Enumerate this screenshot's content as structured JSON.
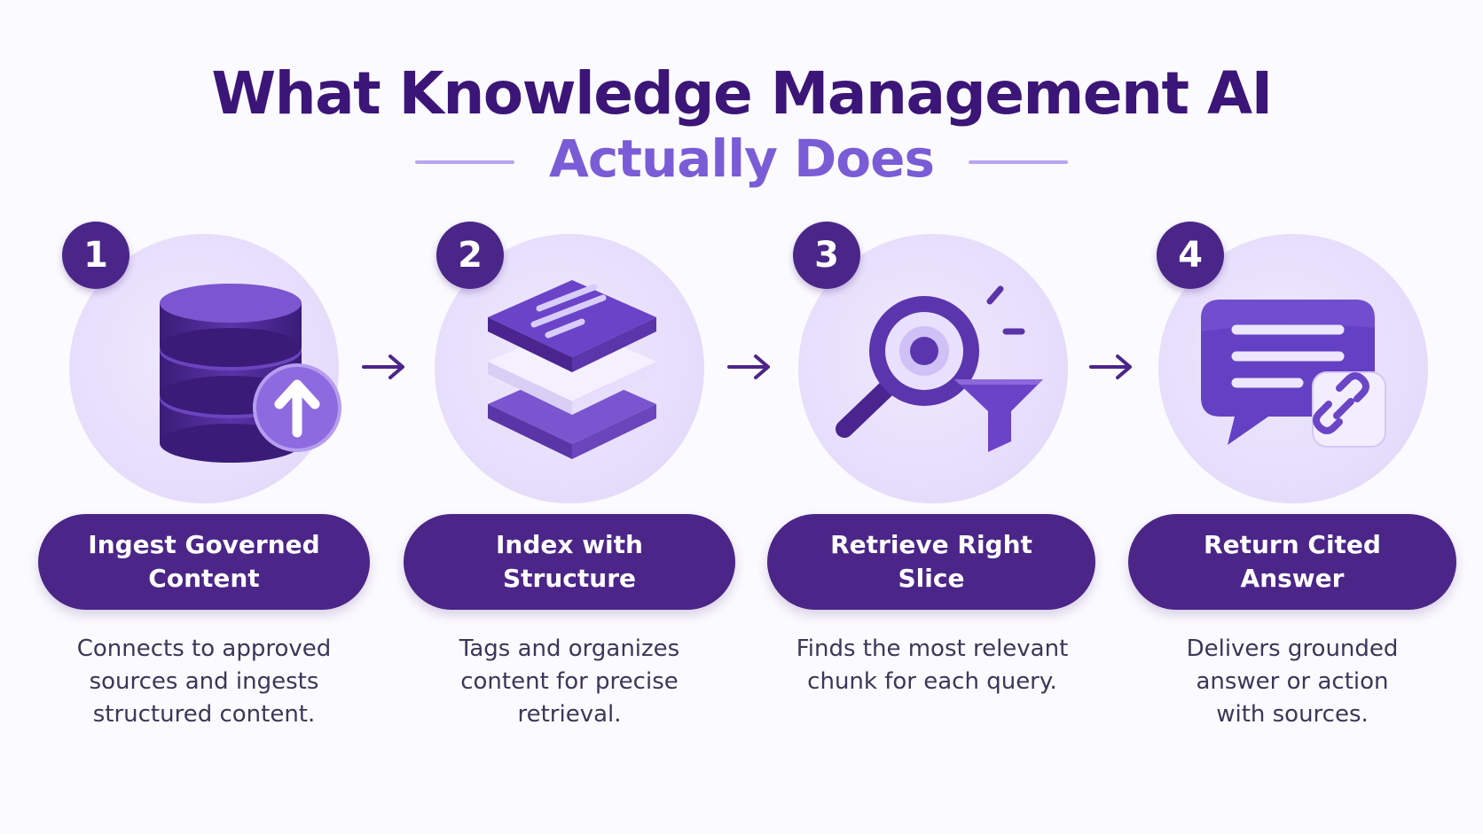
{
  "title": {
    "line1": "What Knowledge Management AI",
    "line2": "Actually Does"
  },
  "steps": [
    {
      "number": "1",
      "icon": "database-upload-icon",
      "heading": "Ingest Governed\nContent",
      "description": "Connects to approved\nsources and ingests\nstructured content."
    },
    {
      "number": "2",
      "icon": "stacked-layers-icon",
      "heading": "Index with\nStructure",
      "description": "Tags and organizes\ncontent for precise\nretrieval."
    },
    {
      "number": "3",
      "icon": "search-filter-icon",
      "heading": "Retrieve Right\nSlice",
      "description": "Finds the most relevant\nchunk for each query."
    },
    {
      "number": "4",
      "icon": "chat-link-icon",
      "heading": "Return Cited\nAnswer",
      "description": "Delivers grounded\nanswer or action\nwith sources."
    }
  ],
  "colors": {
    "primary_dark": "#3b1577",
    "primary_light": "#7a5cd6",
    "pill": "#4b2588",
    "circle": "#e5dcfb"
  }
}
